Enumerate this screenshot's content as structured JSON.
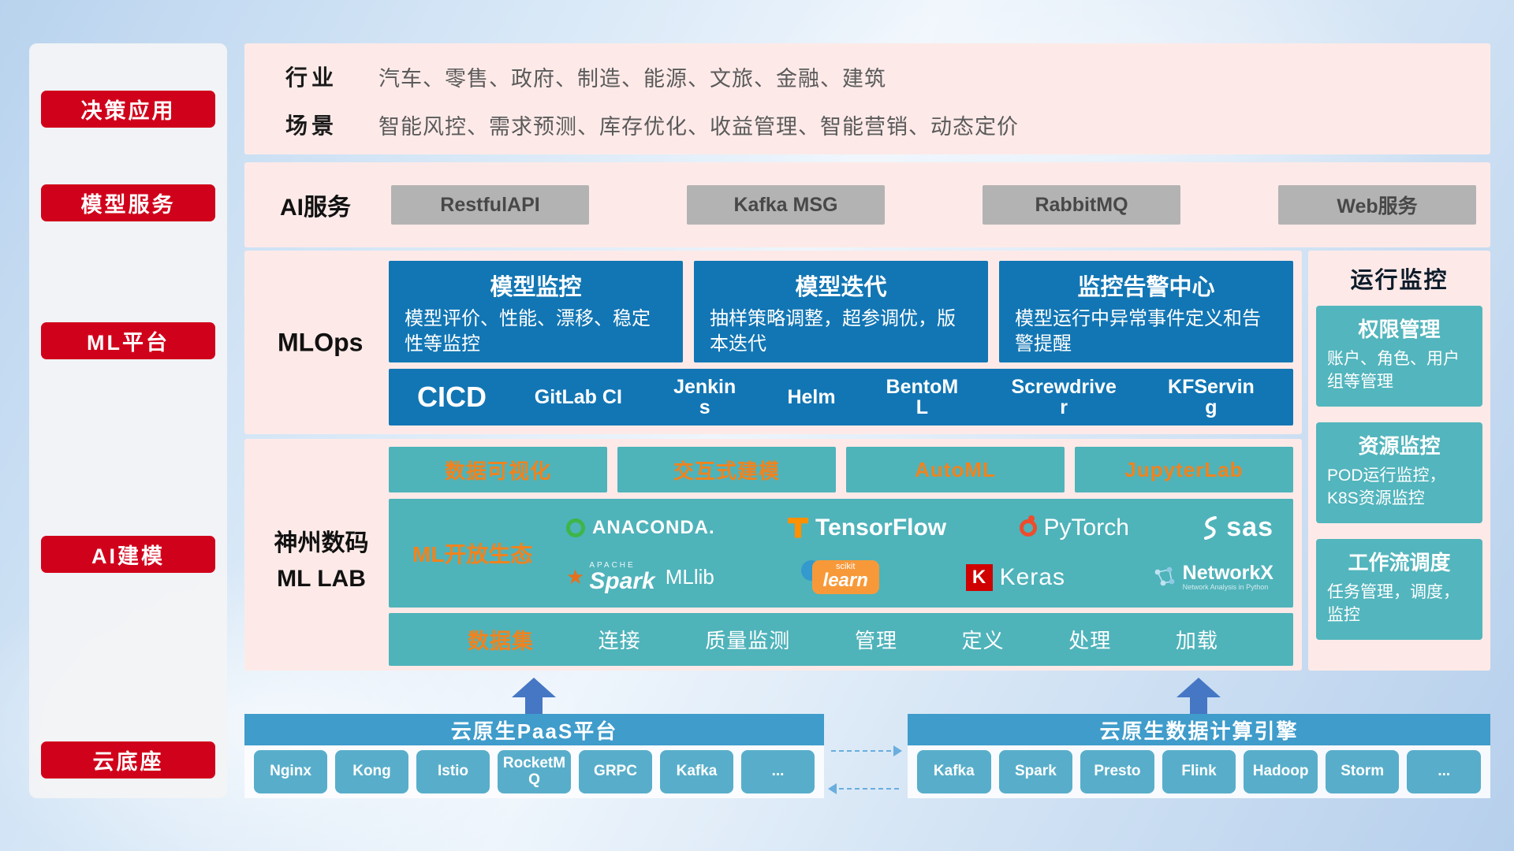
{
  "colors": {
    "accent_red": "#d0021b",
    "panel_pink": "#fdeae8",
    "card_blue": "#1276b4",
    "teal": "#4fb3ba",
    "teal_light": "#53b5bd",
    "bar_blue": "#3f9ccb",
    "chip_teal": "#58aeca",
    "accent_orange": "#f0831e",
    "gray_button": "#b3b3b3",
    "arrow_blue": "#4577c4"
  },
  "sidebar": {
    "items": [
      "决策应用",
      "模型服务",
      "ML平台",
      "AI建模",
      "云底座"
    ]
  },
  "application": {
    "industry_label": "行业",
    "industry_items": "汽车、零售、政府、制造、能源、文旅、金融、建筑",
    "scene_label": "场景",
    "scene_items": "智能风控、需求预测、库存优化、收益管理、智能营销、动态定价"
  },
  "ai_service": {
    "label": "AI服务",
    "buttons": [
      "RestfulAPI",
      "Kafka MSG",
      "RabbitMQ",
      "Web服务"
    ]
  },
  "mlops": {
    "label": "MLOps",
    "cards": [
      {
        "title": "模型监控",
        "body": "模型评价、性能、漂移、稳定性等监控"
      },
      {
        "title": "模型迭代",
        "body": "抽样策略调整，超参调优，版本迭代"
      },
      {
        "title": "监控告警中心",
        "body": "模型运行中异常事件定义和告警提醒"
      }
    ],
    "cicd_label": "CICD",
    "cicd_tools": [
      "GitLab CI",
      "Jenkins",
      "Helm",
      "BentoML",
      "Screwdriver",
      "KFServing"
    ]
  },
  "monitor": {
    "title": "运行监控",
    "cards": [
      {
        "title": "权限管理",
        "body": "账户、角色、用户组等管理"
      },
      {
        "title": "资源监控",
        "body": "POD运行监控，K8S资源监控"
      },
      {
        "title": "工作流调度",
        "body": "任务管理，调度，监控"
      }
    ]
  },
  "mllab": {
    "label_line1": "神州数码",
    "label_line2": "ML LAB",
    "tabs": [
      "数据可视化",
      "交互式建模",
      "AutoML",
      "JupyterLab"
    ],
    "eco_label": "ML开放生态",
    "logos": {
      "anaconda": "ANACONDA.",
      "tensorflow": "TensorFlow",
      "pytorch": "PyTorch",
      "sas": "sas",
      "apache": "APACHE",
      "spark": "Spark",
      "mllib": "MLlib",
      "scikit_small": "scikit",
      "scikit_main": "learn",
      "keras_k": "K",
      "keras": "Keras",
      "networkx": "NetworkX",
      "networkx_sub": "Network Analysis in Python"
    },
    "dataset_label": "数据集",
    "dataset_items": [
      "连接",
      "质量监测",
      "管理",
      "定义",
      "处理",
      "加载"
    ]
  },
  "cloud": {
    "paas_title": "云原生PaaS平台",
    "paas_items": [
      "Nginx",
      "Kong",
      "Istio",
      "RocketMQ",
      "GRPC",
      "Kafka",
      "..."
    ],
    "engine_title": "云原生数据计算引擎",
    "engine_items": [
      "Kafka",
      "Spark",
      "Presto",
      "Flink",
      "Hadoop",
      "Storm",
      "..."
    ]
  }
}
